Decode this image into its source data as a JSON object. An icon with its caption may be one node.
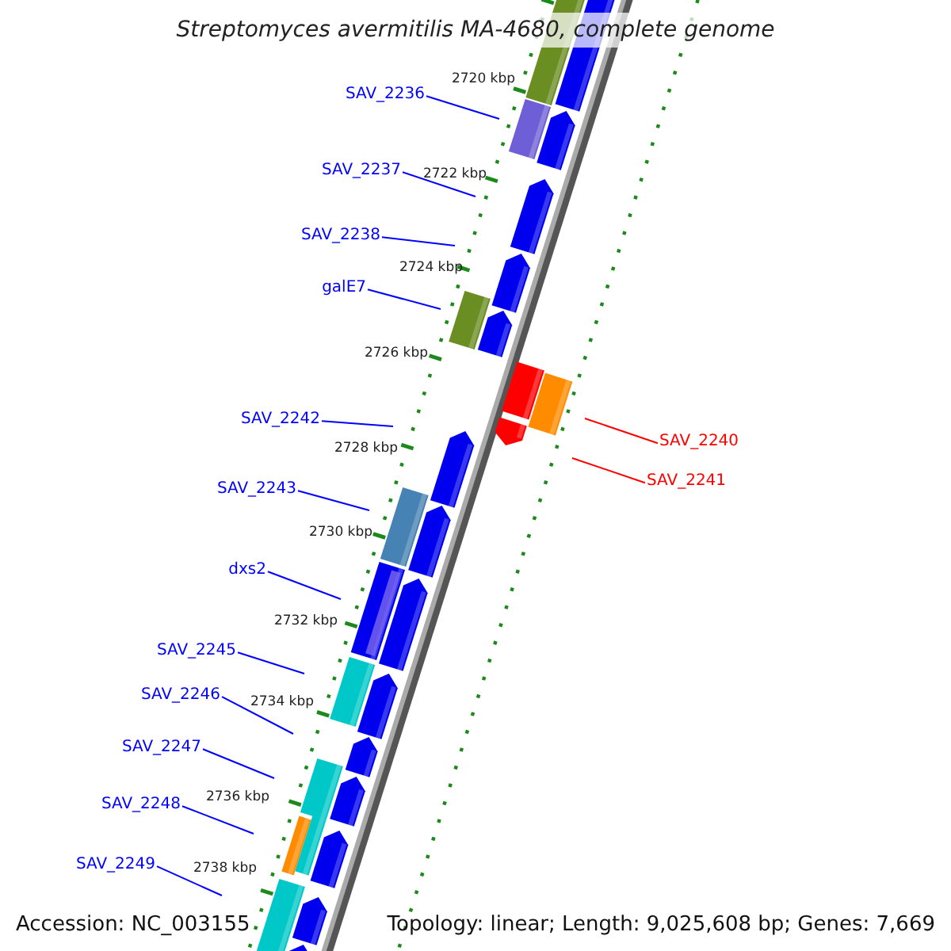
{
  "diagram": {
    "title": "Streptomyces avermitilis MA-4680, complete genome",
    "nodes": [
      {
        "text": [
          "SAV_2236"
        ]
      },
      {
        "text": [
          "SAV_2237"
        ]
      },
      {
        "text": [
          "SAV_2238"
        ]
      },
      {
        "text": [
          "galE7"
        ]
      },
      {
        "text": [
          "SAV_2240"
        ]
      },
      {
        "text": [
          "SAV_2241"
        ]
      },
      {
        "text": [
          "SAV_2242"
        ]
      },
      {
        "text": [
          "SAV_2243"
        ]
      },
      {
        "text": [
          "dxs2"
        ]
      },
      {
        "text": [
          "SAV_2245"
        ]
      },
      {
        "text": [
          "SAV_2246"
        ]
      },
      {
        "text": [
          "SAV_2247"
        ]
      },
      {
        "text": [
          "SAV_2248"
        ]
      },
      {
        "text": [
          "SAV_2249"
        ]
      }
    ],
    "edges": [
      {
        "from": 0,
        "to": null,
        "arrow": "none"
      },
      {
        "from": 1,
        "to": null,
        "arrow": "none"
      },
      {
        "from": 2,
        "to": null,
        "arrow": "none"
      },
      {
        "from": 3,
        "to": null,
        "arrow": "none"
      },
      {
        "from": 4,
        "to": null,
        "arrow": "none",
        "color": "#ff0000"
      },
      {
        "from": 5,
        "to": null,
        "arrow": "none",
        "color": "#ff0000"
      },
      {
        "from": 6,
        "to": null,
        "arrow": "none"
      },
      {
        "from": 7,
        "to": null,
        "arrow": "none"
      },
      {
        "from": 8,
        "to": null,
        "arrow": "none"
      },
      {
        "from": 9,
        "to": null,
        "arrow": "none"
      },
      {
        "from": 10,
        "to": null,
        "arrow": "none"
      },
      {
        "from": 11,
        "to": null,
        "arrow": "none"
      },
      {
        "from": 12,
        "to": null,
        "arrow": "none"
      },
      {
        "from": 13,
        "to": null,
        "arrow": "none"
      }
    ],
    "labels": [
      "2720 kbp",
      "2722 kbp",
      "2724 kbp",
      "2726 kbp",
      "2728 kbp",
      "2730 kbp",
      "2732 kbp",
      "2734 kbp",
      "2736 kbp",
      "2738 kbp",
      "Accession: NC_003155",
      "Topology: linear; Length: 9,025,608 bp; Genes: 7,669"
    ]
  }
}
